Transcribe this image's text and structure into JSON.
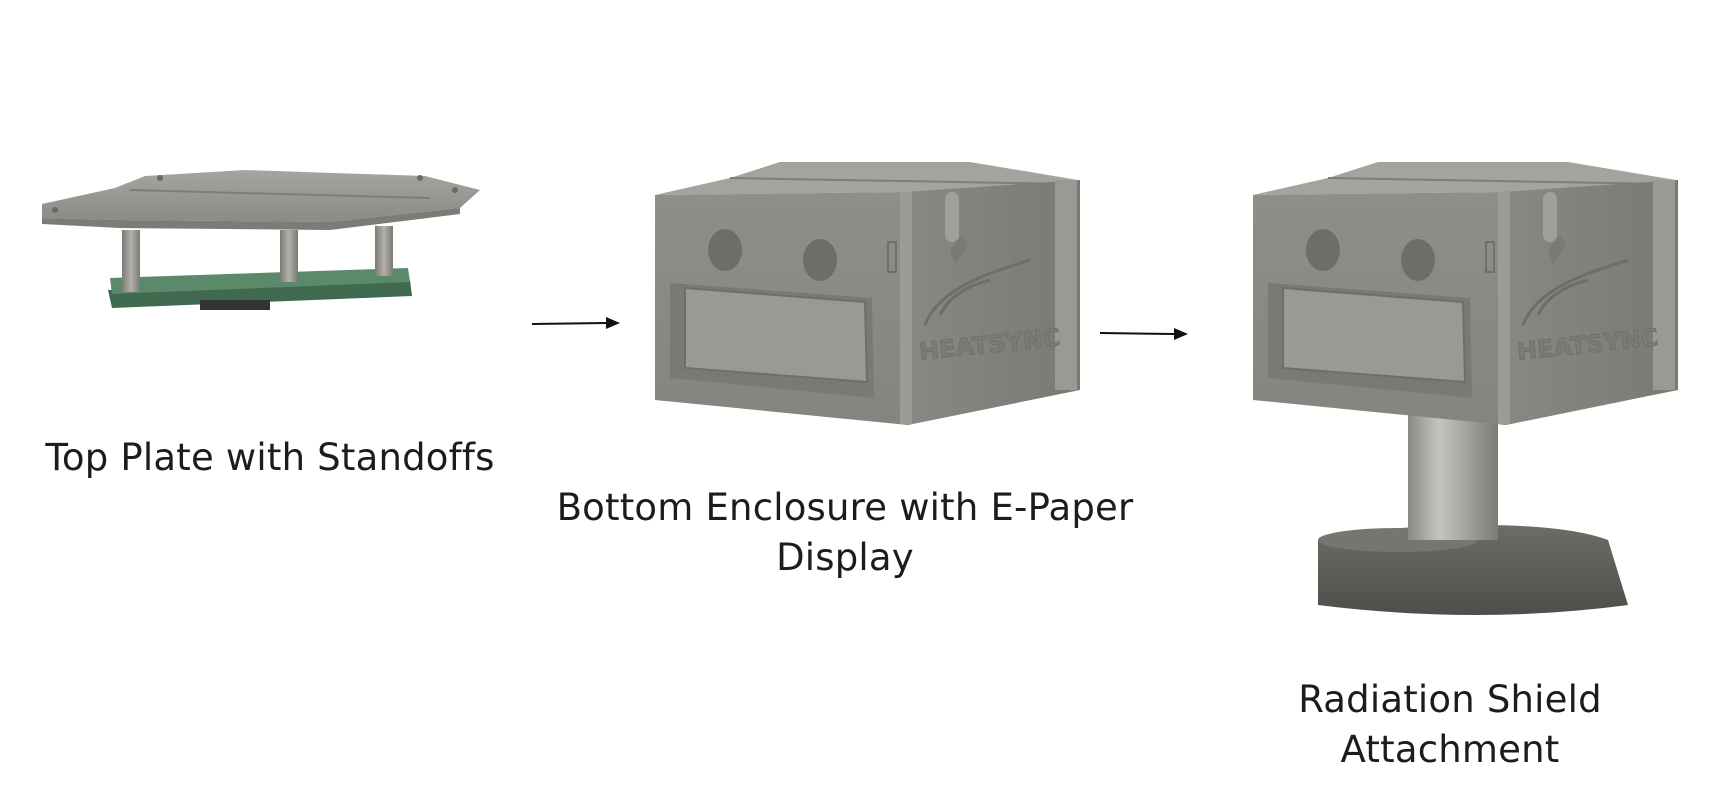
{
  "steps": [
    {
      "label": "Top Plate with Standoffs"
    },
    {
      "label": "Bottom Enclosure with E-Paper Display"
    },
    {
      "label": "Radiation Shield Attachment"
    }
  ],
  "renders": [
    {
      "logo_text": ""
    },
    {
      "logo_text": "HEATSYNC"
    },
    {
      "logo_text": "HEATSYNC"
    }
  ],
  "colors": {
    "enclosure": "#8d8c86",
    "enclosure_dark": "#6f6e69",
    "pcb": "#4f7a5e",
    "base": "#5c5b56",
    "arrow": "#111111"
  }
}
